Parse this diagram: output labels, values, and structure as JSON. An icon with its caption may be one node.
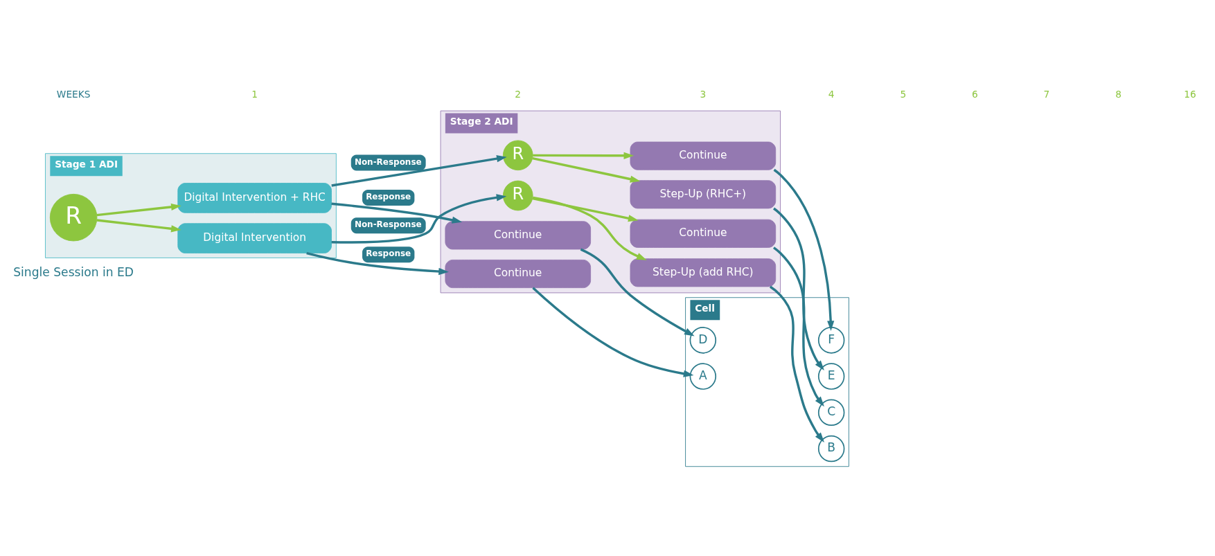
{
  "diagram": {
    "nodes": [
      {
        "text": [
          "Stage 1 ADI"
        ]
      },
      {
        "text": [
          "R"
        ],
        "in": 0
      },
      {
        "text": [
          "Digital Intervention"
        ],
        "in": 0
      },
      {
        "text": [
          "Digital Intervention + RHC"
        ],
        "in": 0
      },
      {
        "text": [
          "Stage 2 ADI"
        ]
      },
      {
        "text": [
          "Continue"
        ],
        "in": 4
      },
      {
        "text": [
          "R"
        ],
        "in": 4
      },
      {
        "text": [
          "Step-Up (add RHC)"
        ],
        "in": 4
      },
      {
        "text": [
          "Continue"
        ],
        "in": 4
      },
      {
        "text": [
          "Continue"
        ],
        "in": 4
      },
      {
        "text": [
          "R"
        ],
        "in": 4
      },
      {
        "text": [
          "Step-Up (RHC+)"
        ],
        "in": 4
      },
      {
        "text": [
          "Continue"
        ],
        "in": 4
      },
      {
        "text": [
          "Cell"
        ]
      },
      {
        "text": [
          "A"
        ],
        "in": 13
      },
      {
        "text": [
          "B"
        ],
        "in": 13
      },
      {
        "text": [
          "C"
        ],
        "in": 13
      },
      {
        "text": [
          "D"
        ],
        "in": 13
      },
      {
        "text": [
          "E"
        ],
        "in": 13
      },
      {
        "text": [
          "F"
        ],
        "in": 13
      }
    ],
    "edges": [
      {
        "from": 1,
        "to": 2,
        "arrow": "to",
        "color": "#8dc63f"
      },
      {
        "from": 1,
        "to": 3,
        "arrow": "to",
        "color": "#8dc63f"
      },
      {
        "from": 2,
        "to": 5,
        "arrow": "to",
        "label": "Response"
      },
      {
        "from": 2,
        "to": 6,
        "arrow": "to",
        "label": "Non-Response"
      },
      {
        "from": 6,
        "to": 7,
        "arrow": "to",
        "color": "#8dc63f"
      },
      {
        "from": 6,
        "to": 8,
        "arrow": "to",
        "color": "#8dc63f"
      },
      {
        "from": 3,
        "to": 9,
        "arrow": "to",
        "label": "Response"
      },
      {
        "from": 3,
        "to": 10,
        "arrow": "to",
        "label": "Non-Response"
      },
      {
        "from": 10,
        "to": 11,
        "arrow": "to",
        "color": "#8dc63f"
      },
      {
        "from": 10,
        "to": 12,
        "arrow": "to",
        "color": "#8dc63f"
      },
      {
        "from": 5,
        "to": 14,
        "arrow": "to"
      },
      {
        "from": 7,
        "to": 15,
        "arrow": "to"
      },
      {
        "from": 8,
        "to": 16,
        "arrow": "to"
      },
      {
        "from": 9,
        "to": 17,
        "arrow": "to"
      },
      {
        "from": 11,
        "to": 18,
        "arrow": "to"
      },
      {
        "from": 12,
        "to": 19,
        "arrow": "to"
      }
    ],
    "labels": [
      "Single Session in ED",
      "WEEKS",
      "1",
      "2",
      "3",
      "4",
      "5",
      "6",
      "7",
      "8",
      "16"
    ]
  }
}
